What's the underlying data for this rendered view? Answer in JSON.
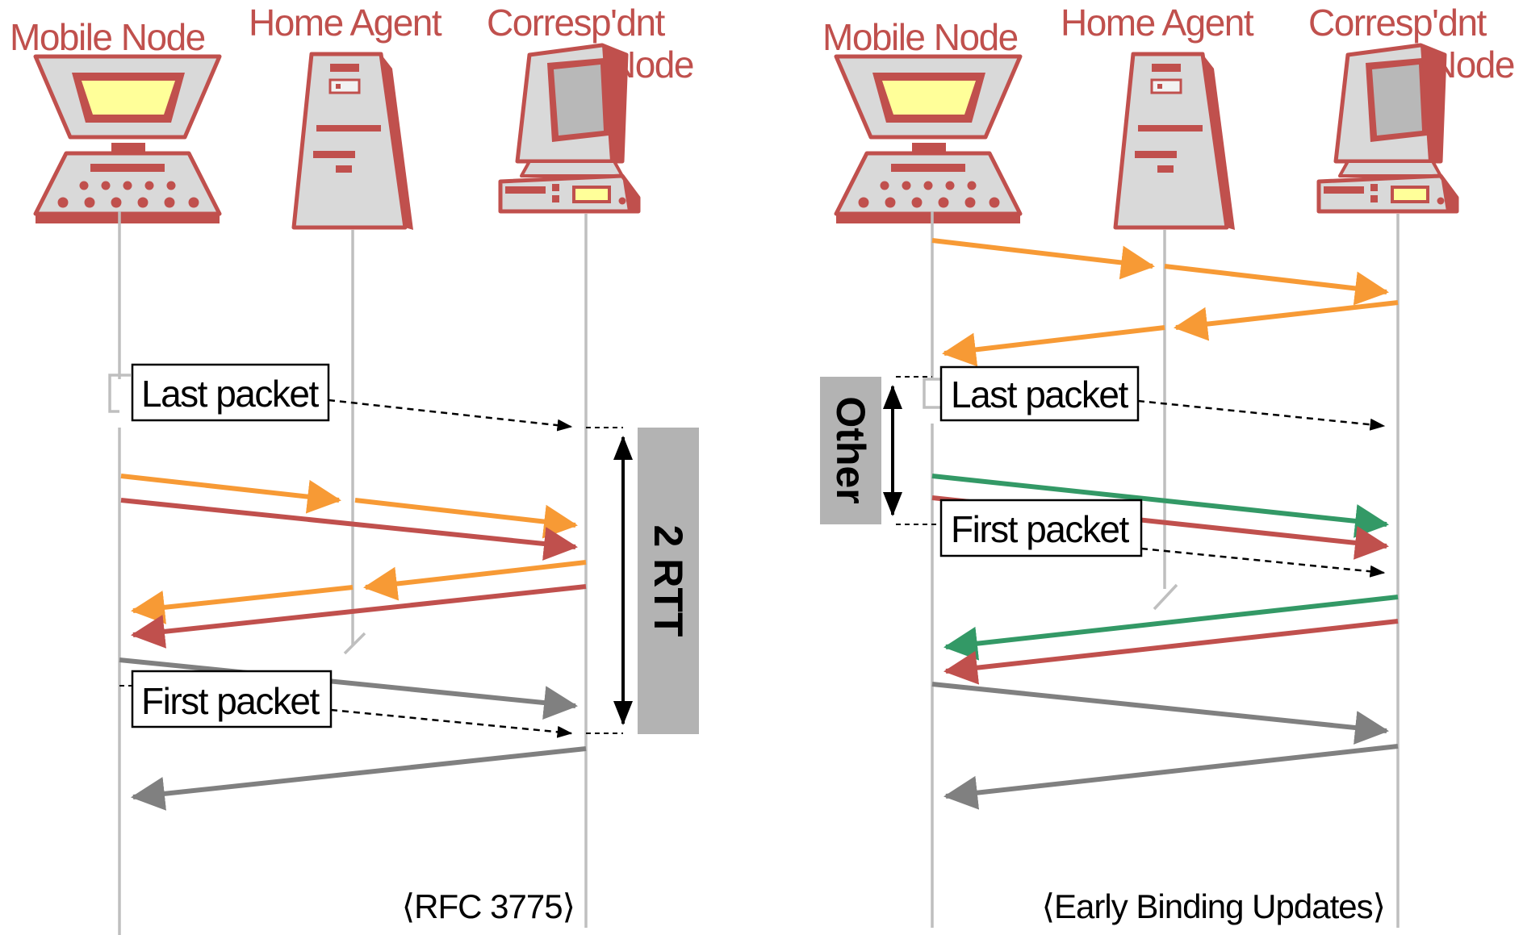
{
  "colors": {
    "orange": "#f79a35",
    "red": "#c0504d",
    "green": "#339966",
    "gray": "#808080",
    "black": "#000000",
    "lifeline": "#bfbfbf",
    "bar": "#b3b3b3",
    "screen": "#ffff99",
    "computer_body": "#d9d9d9"
  },
  "left_panel": {
    "nodes": [
      "Mobile Node",
      "Home Agent",
      "Corresp'dnt",
      "Node"
    ],
    "last_packet_label": "Last packet",
    "first_packet_label": "First packet",
    "rtt_label": "2 RTT",
    "caption": "⟨RFC 3775⟩"
  },
  "right_panel": {
    "nodes": [
      "Mobile Node",
      "Home Agent",
      "Corresp'dnt",
      "Node"
    ],
    "last_packet_label": "Last packet",
    "first_packet_label": "First packet",
    "other_label": "Other",
    "caption": "⟨Early Binding Updates⟩"
  },
  "icons": [
    "laptop-icon",
    "tower-computer-icon",
    "desktop-computer-icon"
  ]
}
